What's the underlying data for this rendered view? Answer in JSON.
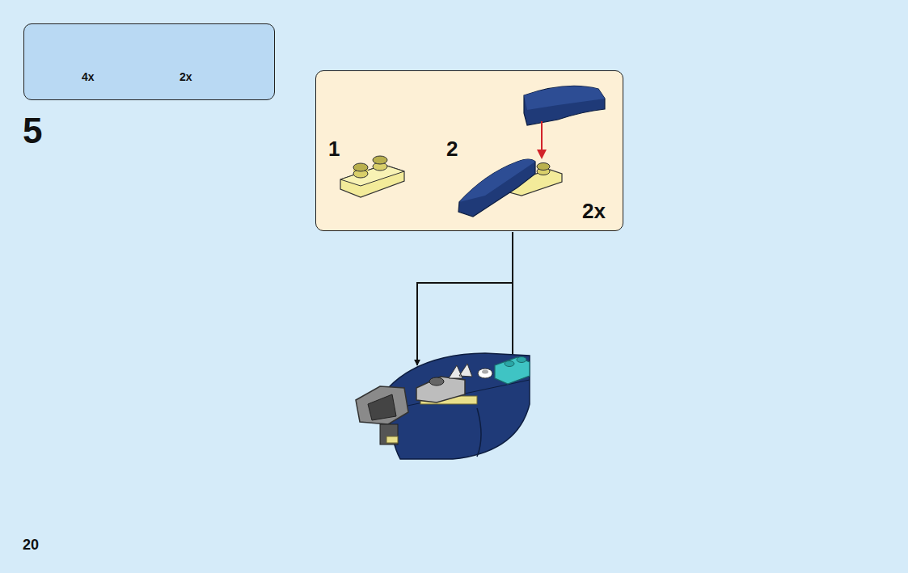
{
  "diagram": {
    "nodes": [
      {
        "text": [
          "4x",
          "2x"
        ]
      },
      {
        "text": [
          "1",
          "2",
          "2x"
        ]
      }
    ],
    "labels": [
      "5",
      "20"
    ]
  }
}
